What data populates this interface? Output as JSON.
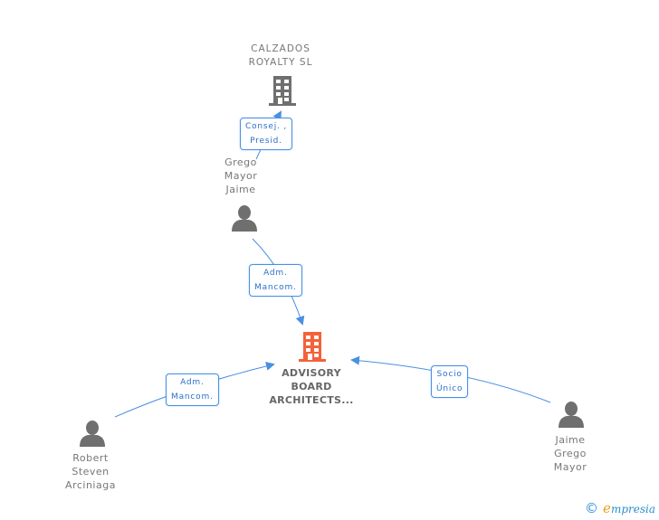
{
  "nodes": {
    "center": {
      "label": "ADVISORY\nBOARD\nARCHITECTS...",
      "type": "company",
      "icon": "building-icon",
      "color": "#f4623a"
    },
    "calzados": {
      "label": "CALZADOS\nROYALTY SL",
      "type": "company",
      "icon": "building-icon",
      "color": "#6f6f6f"
    },
    "grego_mayor_jaime": {
      "label": "Grego\nMayor\nJaime",
      "type": "person",
      "icon": "person-icon"
    },
    "robert": {
      "label": "Robert\nSteven\nArciniaga",
      "type": "person",
      "icon": "person-icon"
    },
    "jaime_grego_mayor": {
      "label": "Jaime\nGrego\nMayor",
      "type": "person",
      "icon": "person-icon"
    }
  },
  "edges": [
    {
      "from": "grego_mayor_jaime",
      "to": "calzados",
      "label": "Consej. ,\nPresid."
    },
    {
      "from": "grego_mayor_jaime",
      "to": "center",
      "label": "Adm.\nMancom."
    },
    {
      "from": "robert",
      "to": "center",
      "label": "Adm.\nMancom."
    },
    {
      "from": "jaime_grego_mayor",
      "to": "center",
      "label": "Socio\nÚnico"
    }
  ],
  "colors": {
    "edge": "#4a90e2",
    "person": "#6f6f6f",
    "text": "#777777"
  },
  "footer": {
    "copyright_symbol": "©",
    "brand_initial": "e",
    "brand_rest": "mpresia"
  }
}
